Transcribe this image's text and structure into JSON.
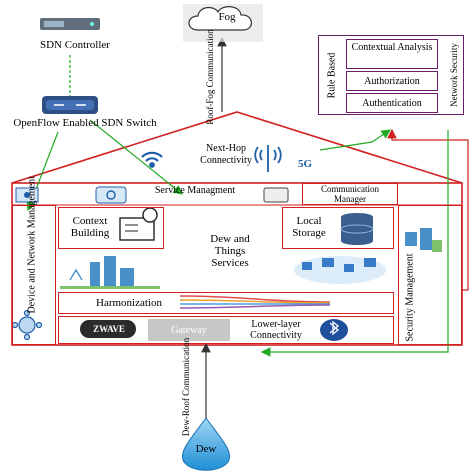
{
  "sdn_controller": {
    "label": "SDN Controller",
    "icon": "server-icon"
  },
  "openflow_switch": {
    "label": "OpenFlow Enabled SDN Switch",
    "icon": "router-icon"
  },
  "fog": {
    "label": "Fog",
    "icon": "cloud-icon"
  },
  "roof_fog": {
    "label": "Roof-Fog Communication"
  },
  "next_hop": {
    "line1": "Next-Hop",
    "line2": "Connectivity",
    "badge": "5G"
  },
  "security_panel": {
    "title": "Rule Based",
    "items": [
      "Contextual Analysis",
      "Authorization",
      "Authentication"
    ],
    "side": "Network Security"
  },
  "device_mgmt": {
    "label": "Device and Network Management"
  },
  "service_mgmt": {
    "label": "Service Managment"
  },
  "comm_manager": {
    "label": "Communication Manager"
  },
  "context_building": {
    "line1": "Context",
    "line2": "Building"
  },
  "dew_services": {
    "line1": "Dew and",
    "line2": "Things",
    "line3": "Services"
  },
  "local_storage": {
    "line1": "Local",
    "line2": "Storage"
  },
  "security_mgmt": {
    "label": "Security Management"
  },
  "harmonization": {
    "label": "Harmonization"
  },
  "lower_layer": {
    "line1": "Lower-layer",
    "line2": "Connectivity",
    "gateway": "Gateway",
    "zwave": "ZWAVE"
  },
  "dew_roof": {
    "label": "Dew-Roof Communication"
  },
  "dew": {
    "label": "Dew",
    "icon": "water-drop-icon"
  },
  "colors": {
    "house": "#d21f1f",
    "arrow_green": "#22aa22",
    "arrow_dark": "#333333",
    "rule_box": "#6a1b6a"
  }
}
